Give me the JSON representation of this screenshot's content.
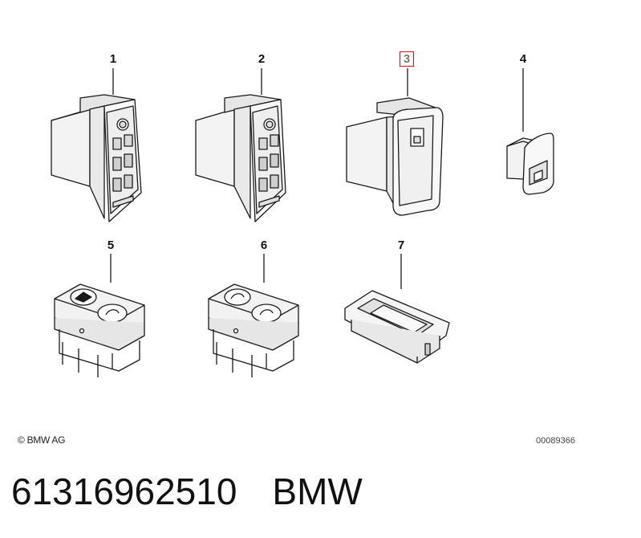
{
  "parts": [
    {
      "number": "1",
      "highlighted": false
    },
    {
      "number": "2",
      "highlighted": false
    },
    {
      "number": "3",
      "highlighted": true
    },
    {
      "number": "4",
      "highlighted": false
    },
    {
      "number": "5",
      "highlighted": false
    },
    {
      "number": "6",
      "highlighted": false
    },
    {
      "number": "7",
      "highlighted": false
    }
  ],
  "copyright": "© BMW AG",
  "diagram_number": "00089366",
  "part_number": "61316962510",
  "brand": "BMW",
  "colors": {
    "highlight_border": "#d0121b",
    "line": "#222222",
    "fill": "#f2f2f2"
  }
}
